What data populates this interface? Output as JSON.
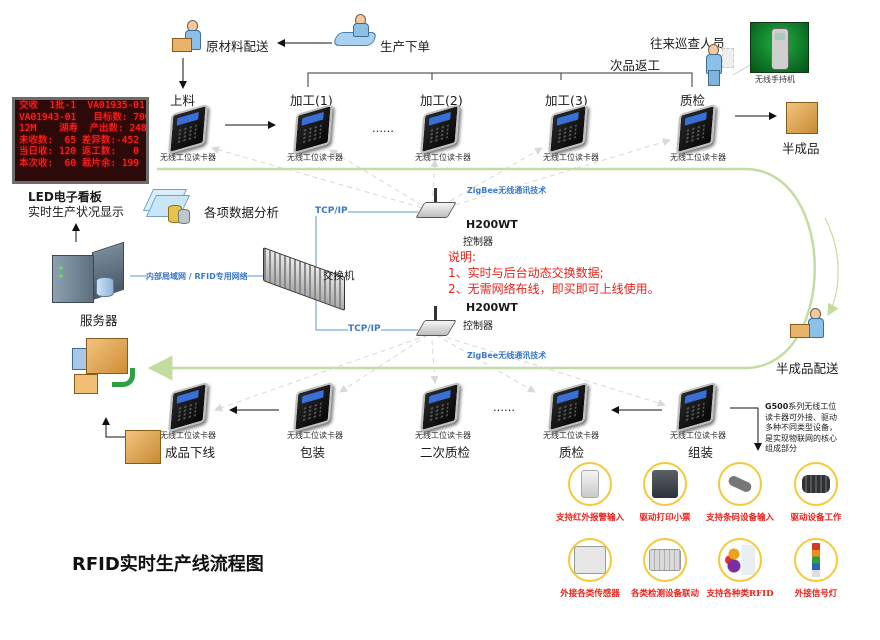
{
  "title": "RFID实时生产线流程图",
  "top_flow": {
    "production_order": "生产下单",
    "raw_material_delivery": "原材料配送",
    "rework_label": "次品返工",
    "patrol_staff": "往来巡查人员",
    "handheld_caption": "无线手持机",
    "semi_finished": "半成品",
    "stations": [
      {
        "label": "上料",
        "reader_caption": "无线工位读卡器"
      },
      {
        "label": "加工(1)",
        "reader_caption": "无线工位读卡器"
      },
      {
        "label": "加工(2)",
        "reader_caption": "无线工位读卡器"
      },
      {
        "label": "加工(3)",
        "reader_caption": "无线工位读卡器"
      },
      {
        "label": "质检",
        "reader_caption": "无线工位读卡器"
      }
    ],
    "ellipsis": "……"
  },
  "bottom_flow": {
    "semi_finished_delivery": "半成品配送",
    "finished_offline": "成品下线",
    "stations": [
      {
        "label": "",
        "reader_caption": "无线工位读卡器"
      },
      {
        "label": "包装",
        "reader_caption": "无线工位读卡器"
      },
      {
        "label": "二次质检",
        "reader_caption": "无线工位读卡器"
      },
      {
        "label": "质检",
        "reader_caption": "无线工位读卡器"
      },
      {
        "label": "组装",
        "reader_caption": "无线工位读卡器"
      }
    ],
    "ellipsis": "……"
  },
  "led_board": {
    "caption_line1": "LED电子看板",
    "caption_line2": "实时生产状况显示",
    "rows": [
      "交收  1批-1  VA01935-01",
      "VA01943-01   目标数: 700",
      "12M    湖寿  产出数: 248",
      "未收数:  65 差异数:-452",
      "当日收: 120 返工数:   0",
      "本次收:  60 裁片余: 199"
    ]
  },
  "network": {
    "data_analysis": "各项数据分析",
    "server": "服务器",
    "lan_label": "内部局域网 / RFID专用网络",
    "switch": "交换机",
    "tcpip_top": "TCP/IP",
    "tcpip_bottom": "TCP/IP",
    "controllers": [
      {
        "model": "H200WT",
        "name": "控制器",
        "zigbee": "ZigBee无线通讯技术"
      },
      {
        "model": "H200WT",
        "name": "控制器",
        "zigbee": "ZigBee无线通讯技术"
      }
    ]
  },
  "notes": {
    "heading": "说明:",
    "items": [
      "1、实时与后台动态交换数据;",
      "2、无需网络布线，即买即可上线使用。"
    ]
  },
  "g500_note": {
    "model": "G500",
    "text_lines": [
      "系列无线工位",
      "读卡器可外接、驱动",
      "多种不同类型设备，",
      "是实现物联网的核心",
      "组成部分"
    ]
  },
  "peripherals": [
    {
      "icon": "infrared-sensor-icon",
      "label": "支持红外报警输入"
    },
    {
      "icon": "receipt-printer-icon",
      "label": "驱动打印小票"
    },
    {
      "icon": "barcode-scanner-icon",
      "label": "支持条码设备输入"
    },
    {
      "icon": "motor-icon",
      "label": "驱动设备工作"
    },
    {
      "icon": "sensor-display-icon",
      "label": "外接各类传感器"
    },
    {
      "icon": "detection-device-icon",
      "label": "各类检测设备联动"
    },
    {
      "icon": "rfid-tags-icon",
      "label": "支持各种类RFID"
    },
    {
      "icon": "signal-light-icon",
      "label": "外接信号灯"
    }
  ],
  "colors": {
    "accent_red": "#e8231c",
    "link_blue": "#3b78c9",
    "loop_green": "#c5dca0",
    "periph_ring": "#f6c93a"
  }
}
